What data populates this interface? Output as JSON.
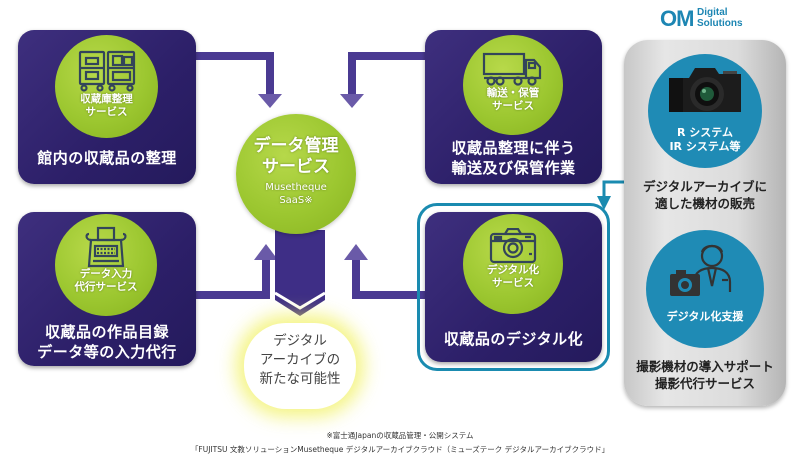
{
  "logo": {
    "mark": "OM",
    "line1": "Digital",
    "line2": "Solutions"
  },
  "center": {
    "title_line1": "データ管理",
    "title_line2": "サービス",
    "sub_line1": "Musetheque",
    "sub_line2": "SaaS※"
  },
  "cards": [
    {
      "id": "storage",
      "icon": "storage-shelves-icon",
      "circle_line1": "収蔵庫整理",
      "circle_line2": "サービス",
      "title_line1": "館内の収蔵品の整理",
      "title_line2": ""
    },
    {
      "id": "transport",
      "icon": "truck-icon",
      "circle_line1": "輸送・保管",
      "circle_line2": "サービス",
      "title_line1": "収蔵品整理に伴う",
      "title_line2": "輸送及び保管作業"
    },
    {
      "id": "data-entry",
      "icon": "typewriter-icon",
      "circle_line1": "データ入力",
      "circle_line2": "代行サービス",
      "title_line1": "収蔵品の作品目録",
      "title_line2": "データ等の入力代行"
    },
    {
      "id": "digitization",
      "icon": "camera-icon",
      "circle_line1": "デジタル化",
      "circle_line2": "サービス",
      "title_line1": "収蔵品のデジタル化",
      "title_line2": ""
    }
  ],
  "future": {
    "line1": "デジタル",
    "line2": "アーカイブの",
    "line3": "新たな可能性"
  },
  "om_panel": {
    "camera": {
      "icon": "mirrorless-camera-icon",
      "label_line1": "R システム",
      "label_line2": "IR システム等"
    },
    "sales_text_line1": "デジタルアーカイブに",
    "sales_text_line2": "適した機材の販売",
    "support": {
      "icon": "photographer-with-camera-icon",
      "label": "デジタル化支援"
    },
    "support_text_line1": "撮影機材の導入サポート",
    "support_text_line2": "撮影代行サービス"
  },
  "footnote": {
    "line1": "※富士通Japanの収蔵品管理・公開システム",
    "line2": "「FUJITSU 文教ソリューションMusetheque デジタルアーカイブクラウド（ミューズテーク デジタルアーカイブクラウド」"
  },
  "colors": {
    "card_purple": "#2c1f68",
    "green": "#9cc730",
    "om_blue": "#1f8bb5",
    "arrow_purple": "#6a5aa8",
    "highlight_border": "#1a8bb0"
  }
}
